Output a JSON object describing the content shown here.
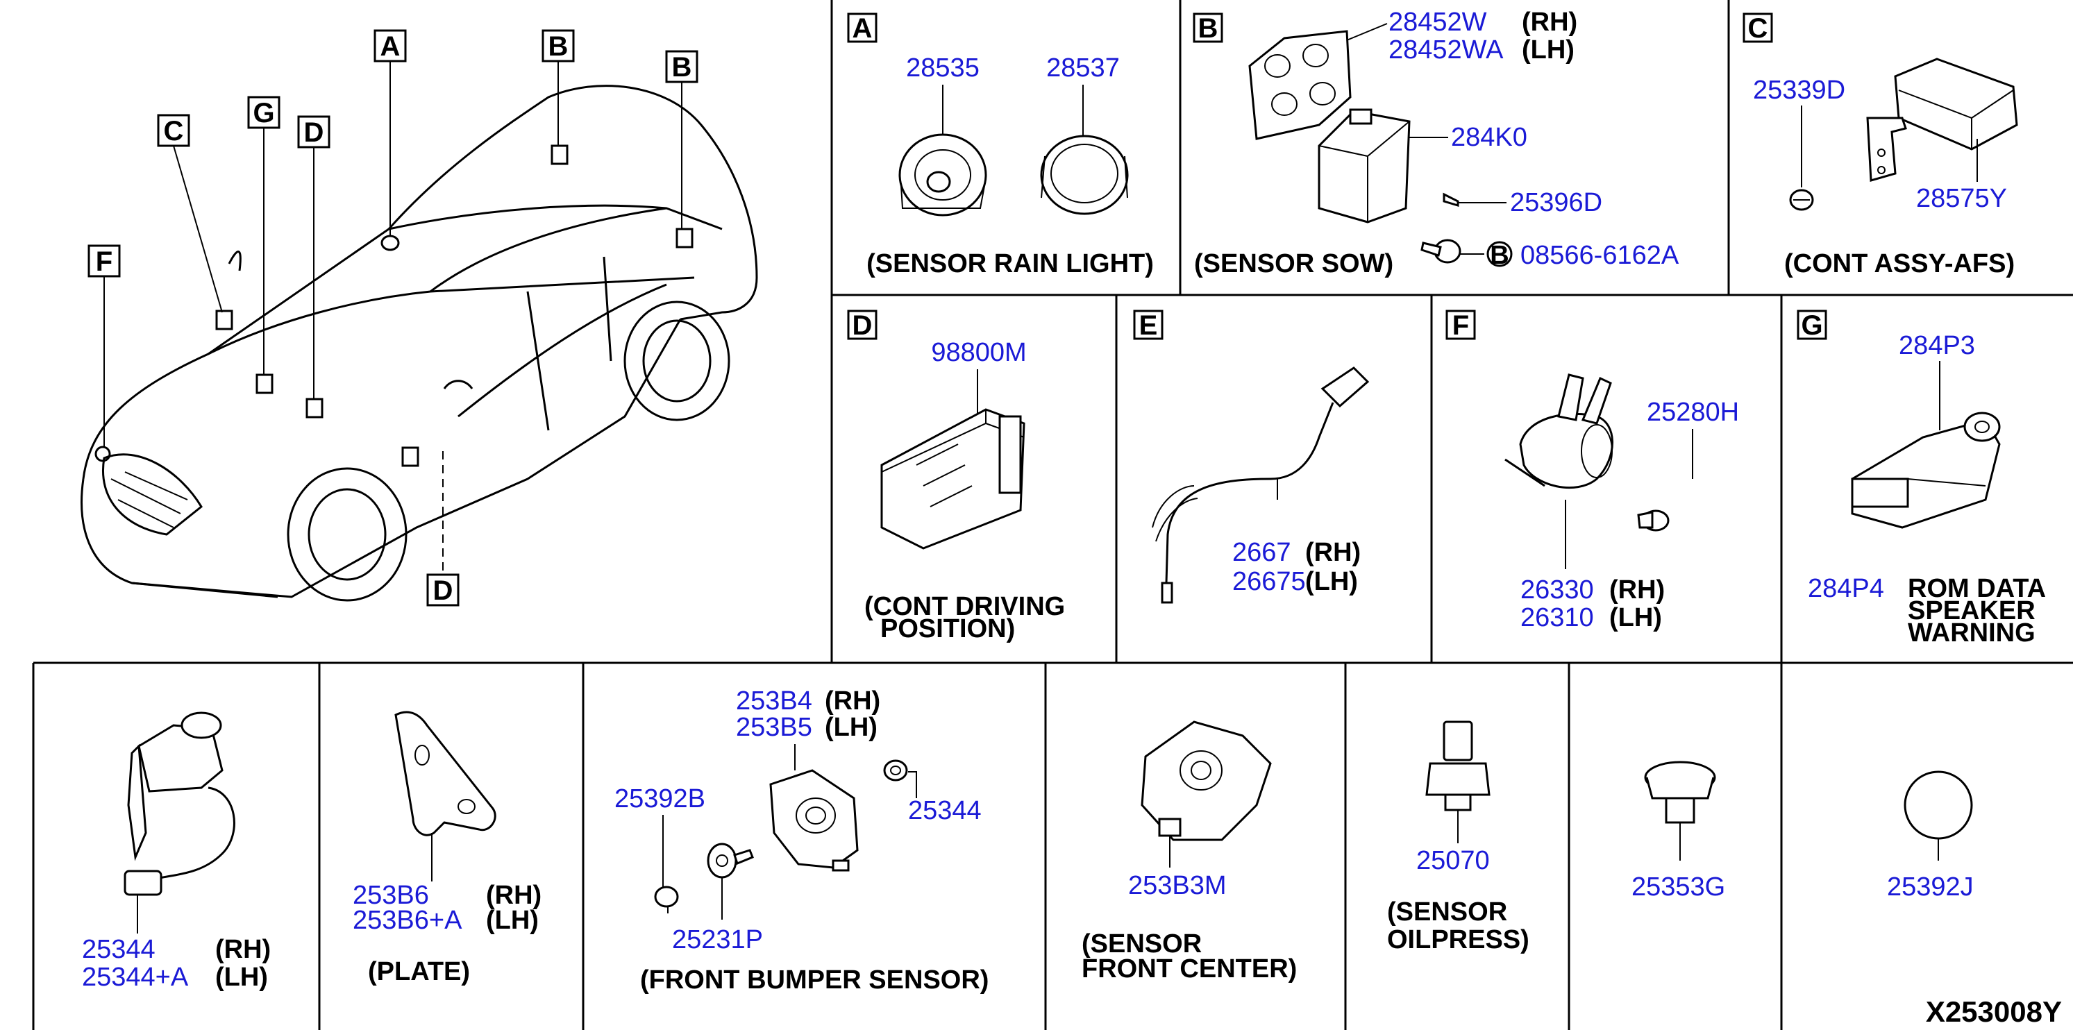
{
  "vehicle_overview": {
    "callouts": [
      "A",
      "B",
      "B",
      "C",
      "G",
      "D",
      "F",
      "D"
    ]
  },
  "panels": {
    "A": {
      "letter": "A",
      "parts": [
        "28535",
        "28537"
      ],
      "caption": "(SENSOR RAIN LIGHT)"
    },
    "B": {
      "letter": "B",
      "part1": "28452W",
      "part1_side": "(RH)",
      "part2": "28452WA",
      "part2_side": "(LH)",
      "part3": "284K0",
      "part4": "25396D",
      "bolt_mark": "B",
      "part5": "08566-6162A",
      "caption": "(SENSOR SOW)"
    },
    "C": {
      "letter": "C",
      "part1": "25339D",
      "part2": "28575Y",
      "caption": "(CONT ASSY-AFS)"
    },
    "D": {
      "letter": "D",
      "part1": "98800M",
      "caption_line1": "(CONT DRIVING",
      "caption_line2": "POSITION)"
    },
    "E": {
      "letter": "E",
      "part1": "2667",
      "part1_side": "(RH)",
      "part2": "26675",
      "part2_side": "(LH)"
    },
    "F": {
      "letter": "F",
      "part1": "25280H",
      "part2": "26330",
      "part2_side": "(RH)",
      "part3": "26310",
      "part3_side": "(LH)"
    },
    "G": {
      "letter": "G",
      "part1": "284P3",
      "part2": "284P4",
      "caption_line1": "ROM DATA",
      "caption_line2": "SPEAKER",
      "caption_line3": "WARNING"
    },
    "P1": {
      "part1": "25344",
      "part1_side": "(RH)",
      "part2": "25344+A",
      "part2_side": "(LH)"
    },
    "P2": {
      "part1": "253B6",
      "part1_side": "(RH)",
      "part2": "253B6+A",
      "part2_side": "(LH)",
      "caption": "(PLATE)"
    },
    "P3": {
      "part1": "253B4",
      "part1_side": "(RH)",
      "part2": "253B5",
      "part2_side": "(LH)",
      "part3": "25344",
      "part4": "25392B",
      "part5": "25231P",
      "caption": "(FRONT BUMPER SENSOR)"
    },
    "P4": {
      "part1": "253B3M",
      "caption_line1": "(SENSOR",
      "caption_line2": "FRONT CENTER)"
    },
    "P5": {
      "part1": "25070",
      "caption_line1": "(SENSOR",
      "caption_line2": "OILPRESS)"
    },
    "P6": {
      "part1": "25353G"
    },
    "P7": {
      "part1": "25392J"
    }
  },
  "drawing_code": "X253008Y",
  "colors": {
    "part_number": "#1a1ad6",
    "line": "#000000"
  }
}
